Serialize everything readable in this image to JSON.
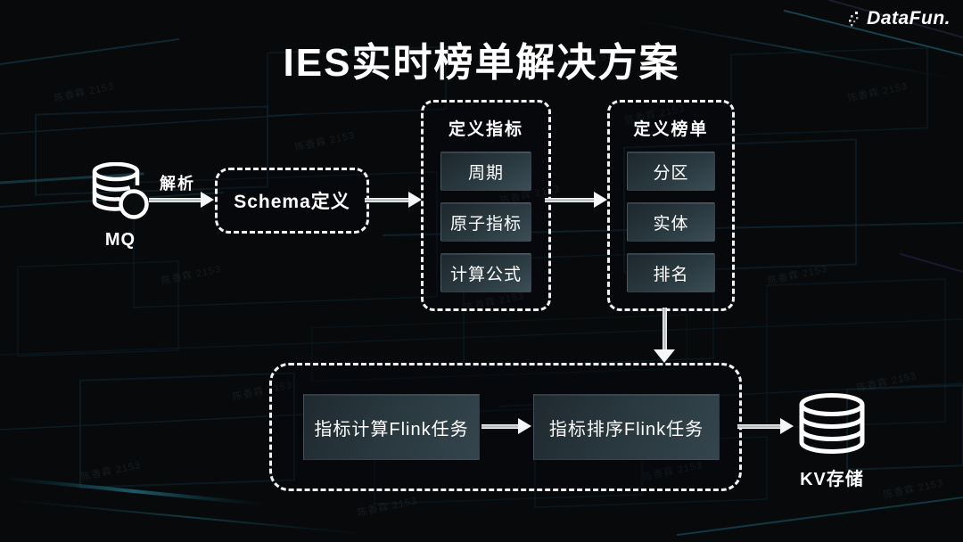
{
  "header": {
    "title": "IES实时榜单解决方案",
    "logo": "DataFun."
  },
  "watermark": {
    "text": "陈香霖 2153"
  },
  "flow": {
    "source": {
      "icon": "database-icon",
      "label": "MQ"
    },
    "parse_label": "解析",
    "schema_box": {
      "label": "Schema定义"
    },
    "metric_panel": {
      "title": "定义指标",
      "items": [
        "周期",
        "原子指标",
        "计算公式"
      ]
    },
    "board_panel": {
      "title": "定义榜单",
      "items": [
        "分区",
        "实体",
        "排名"
      ]
    },
    "pipeline_panel": {
      "tasks": [
        "指标计算Flink任务",
        "指标排序Flink任务"
      ]
    },
    "sink": {
      "icon": "database-icon",
      "label": "KV存储"
    }
  },
  "colors": {
    "background": "#07090b",
    "box_fill": "#2a3940",
    "dashed_border": "#ffffff",
    "arrow": "#f4f6f7",
    "accent_teal": "#1d6475",
    "text": "#ffffff"
  }
}
